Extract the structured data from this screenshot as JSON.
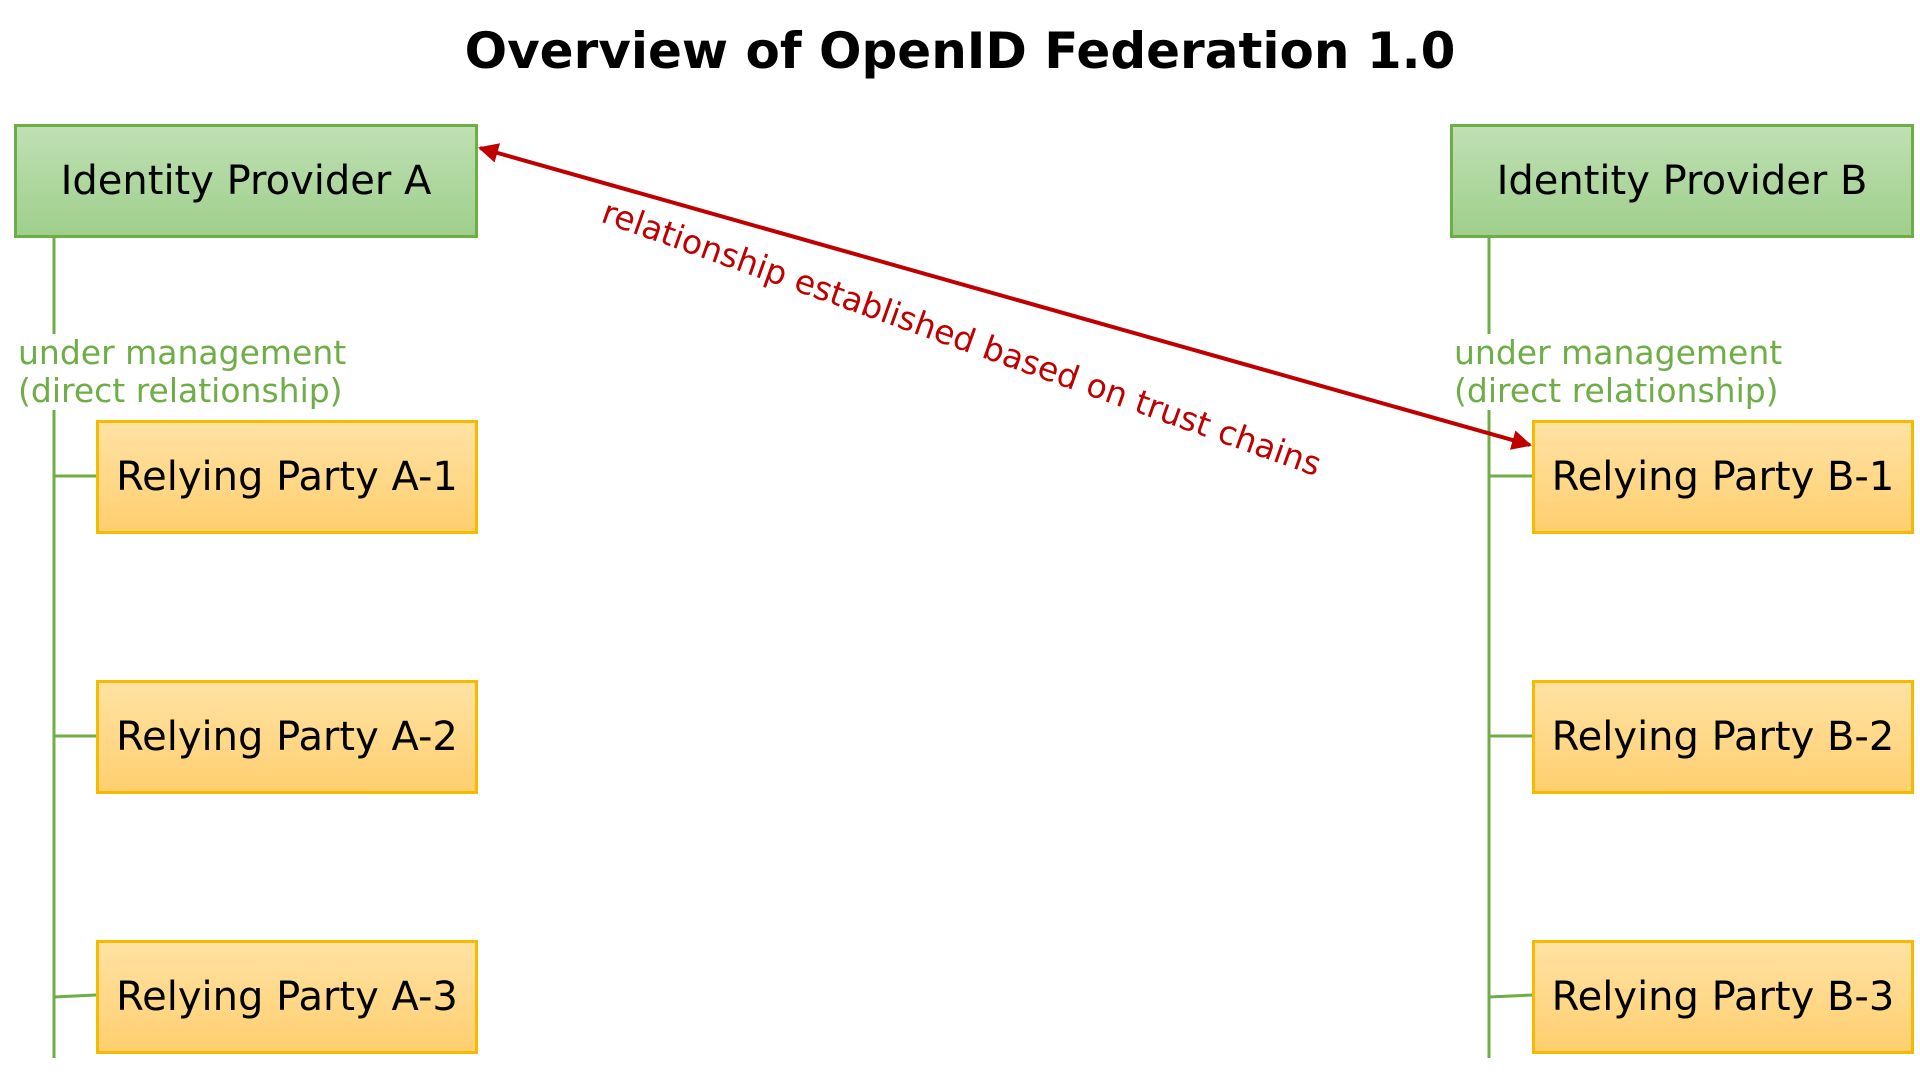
{
  "title": "Overview of OpenID Federation 1.0",
  "colors": {
    "management_line": "#6fad47",
    "trust_arrow": "#c00000",
    "identity_provider_fill": "#a9d18e",
    "relying_party_fill": "#ffd479"
  },
  "trust_relationship": {
    "label": "relationship established based on trust chains"
  },
  "federations": [
    {
      "identity_provider": "Identity Provider A",
      "management_note": [
        "under management",
        "(direct relationship)"
      ],
      "relying_parties": [
        "Relying Party A-1",
        "Relying Party A-2",
        "Relying Party A-3"
      ]
    },
    {
      "identity_provider": "Identity Provider B",
      "management_note": [
        "under management",
        "(direct relationship)"
      ],
      "relying_parties": [
        "Relying Party B-1",
        "Relying Party B-2",
        "Relying Party B-3"
      ]
    }
  ]
}
